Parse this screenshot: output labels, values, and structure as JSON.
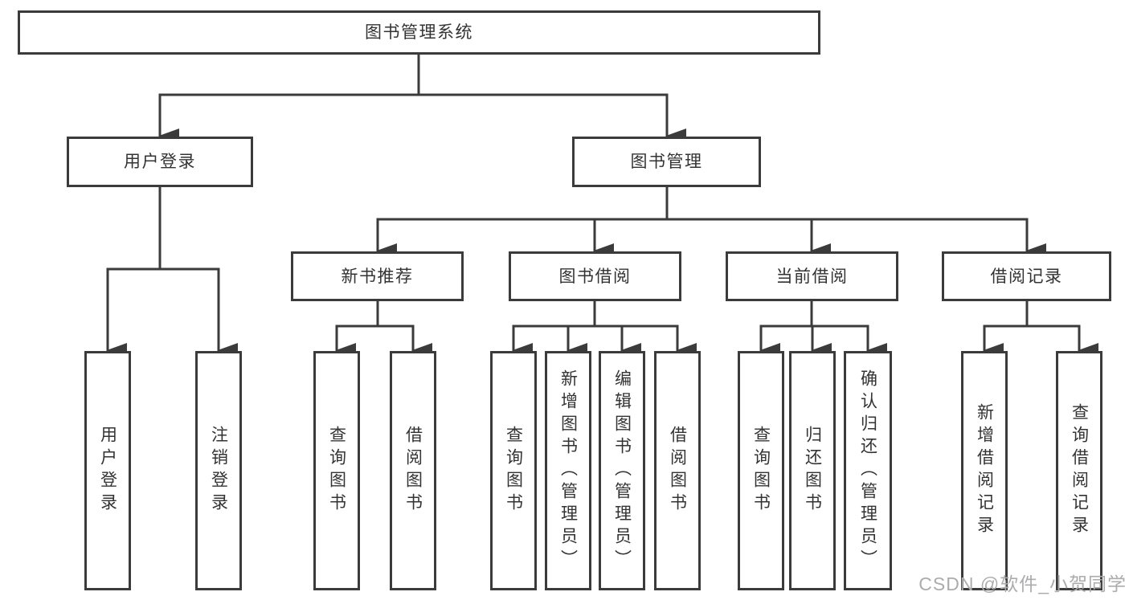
{
  "diagram_type": "hierarchy-tree",
  "style": {
    "line_color": "#3b3b3b",
    "box_border_color": "#3b3b3b",
    "text_color": "#333333",
    "background": "#ffffff",
    "watermark_color": "#acacae"
  },
  "tree": {
    "root": {
      "label": "图书管理系统",
      "children": [
        {
          "label": "用户登录",
          "children": [
            {
              "label": "用户登录"
            },
            {
              "label": "注销登录"
            }
          ]
        },
        {
          "label": "图书管理",
          "children": [
            {
              "label": "新书推荐",
              "children": [
                {
                  "label": "查询图书"
                },
                {
                  "label": "借阅图书"
                }
              ]
            },
            {
              "label": "图书借阅",
              "children": [
                {
                  "label": "查询图书"
                },
                {
                  "label": "新增图书（管理员）"
                },
                {
                  "label": "编辑图书（管理员）"
                },
                {
                  "label": "借阅图书"
                }
              ]
            },
            {
              "label": "当前借阅",
              "children": [
                {
                  "label": "查询图书"
                },
                {
                  "label": "归还图书"
                },
                {
                  "label": "确认归还（管理员）"
                }
              ]
            },
            {
              "label": "借阅记录",
              "children": [
                {
                  "label": "新增借阅记录"
                },
                {
                  "label": "查询借阅记录"
                }
              ]
            }
          ]
        }
      ]
    }
  },
  "watermark": {
    "text": "CSDN @软件_小贺同学"
  }
}
